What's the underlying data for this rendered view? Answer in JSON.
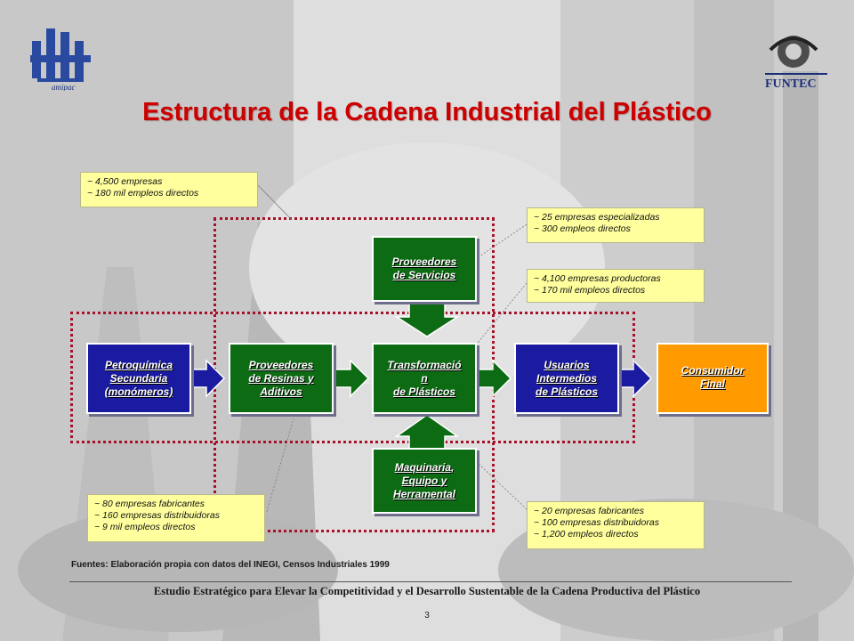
{
  "title": "Estructura de la Cadena Industrial del Plástico",
  "logos": {
    "left_text": "amipac",
    "right_text": "FUNTEC"
  },
  "nodes": {
    "petroquimica": "Petroquímica\nSecundaria\n(monómeros)",
    "proveedores_resinas": "Proveedores\nde Resinas y\nAditivos",
    "transformacion": "Transformació\nn\nde Plásticos",
    "usuarios": "Usuarios\nIntermedios\nde Plásticos",
    "consumidor": "Consumidor\nFinal",
    "servicios": "Proveedores\nde Servicios",
    "maquinaria": "Maquinaria,\nEquipo y\nHerramental"
  },
  "notes": {
    "total": [
      "~ 4,500 empresas",
      "~ 180 mil empleos directos"
    ],
    "servicios": [
      "~ 25 empresas especializadas",
      "~ 300 empleos directos"
    ],
    "transformacion": [
      "~ 4,100 empresas productoras",
      "~ 170 mil empleos directos"
    ],
    "resinas": [
      "~ 80 empresas fabricantes",
      "~ 160 empresas distribuidoras",
      "~ 9 mil empleos directos"
    ],
    "maquinaria": [
      "~ 20 empresas fabricantes",
      "~ 100 empresas distribuidoras",
      "~ 1,200 empleos directos"
    ]
  },
  "source": "Fuentes: Elaboración propia con datos del INEGI, Censos Industriales 1999",
  "footer": "Estudio Estratégico para Elevar la Competitividad y el Desarrollo Sustentable de la Cadena Productiva del Plástico",
  "page_number": "3",
  "colors": {
    "title": "#cc0000",
    "blue_box": "#1b1ba2",
    "green_box": "#0d6b14",
    "orange_box": "#ff9a00",
    "note_bg": "#ffff9e",
    "dotted_border": "#a8102a"
  }
}
